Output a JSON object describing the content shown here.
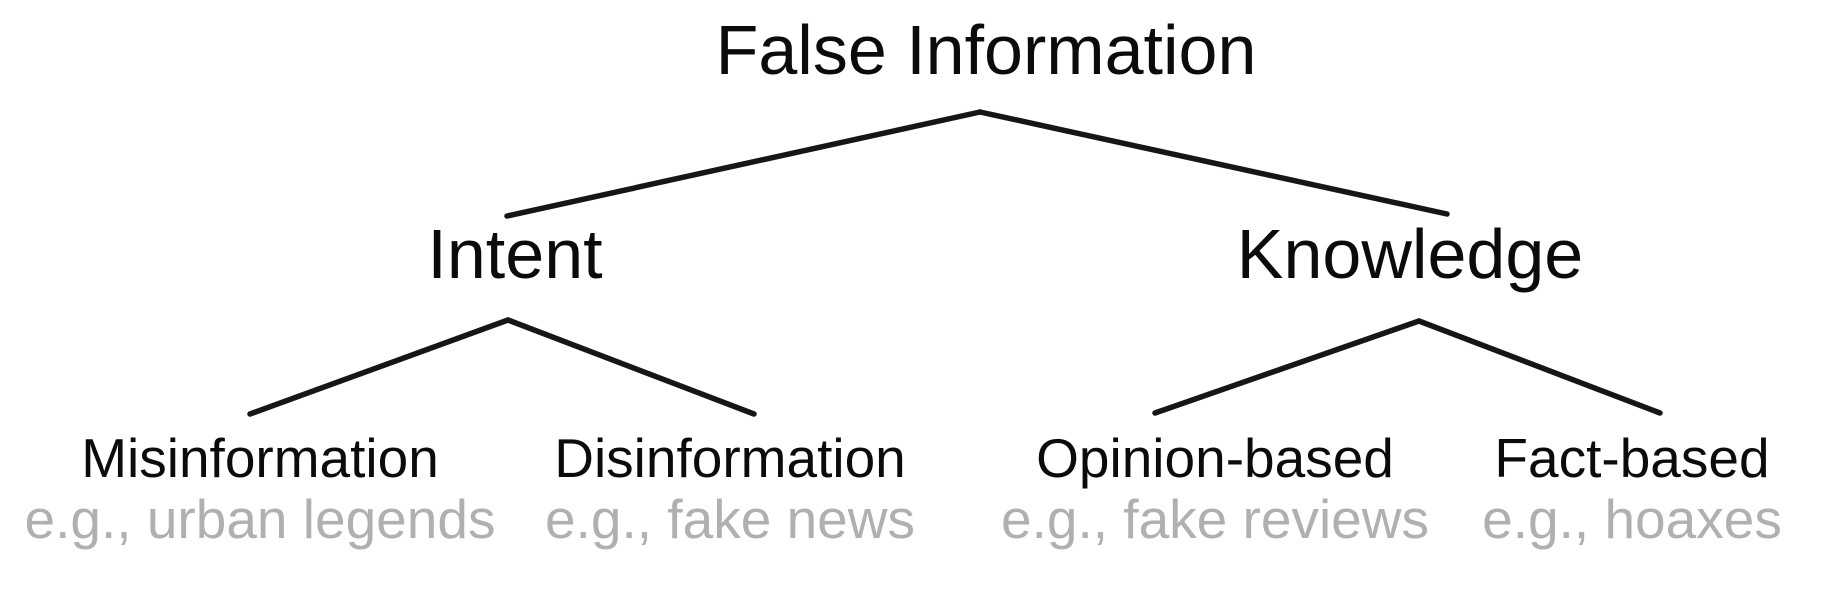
{
  "tree": {
    "root": {
      "label": "False Information"
    },
    "branches": [
      {
        "label": "Intent",
        "children": [
          {
            "label": "Misinformation",
            "example": "e.g., urban legends"
          },
          {
            "label": "Disinformation",
            "example": "e.g., fake news"
          }
        ]
      },
      {
        "label": "Knowledge",
        "children": [
          {
            "label": "Opinion-based",
            "example": "e.g., fake reviews"
          },
          {
            "label": "Fact-based",
            "example": "e.g., hoaxes"
          }
        ]
      }
    ]
  },
  "colors": {
    "background": "#ffffff",
    "label_text": "#0b0b0b",
    "example_text": "#b0b0b0",
    "edge": "#161616"
  }
}
